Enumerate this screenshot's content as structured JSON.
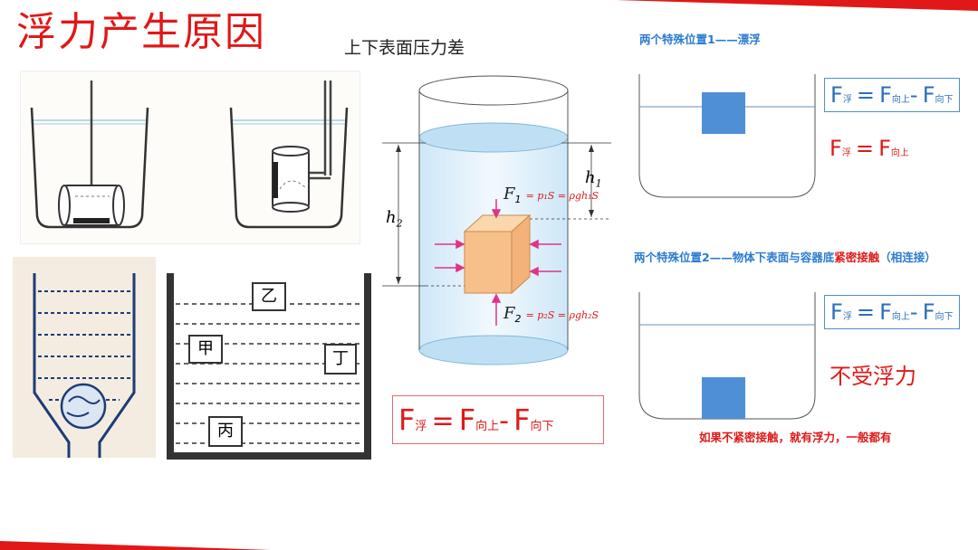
{
  "header": {
    "title": "浮力产生原因",
    "subtitle": "上下表面压力差"
  },
  "figures": {
    "jars": {
      "caption": ""
    },
    "container_labels": [
      "乙",
      "甲",
      "丁",
      "丙"
    ],
    "cylinder": {
      "h1": "h",
      "h1_sub": "1",
      "h2": "h",
      "h2_sub": "2",
      "F1": "F",
      "F1_sub": "1",
      "F1_expr": "= p₁S = ρgh₁S",
      "F2": "F",
      "F2_sub": "2",
      "F2_expr": "= p₂S = ρgh₂S"
    }
  },
  "main_formula": {
    "F": "F",
    "buoy_sub": "浮",
    "eq": "=",
    "F_up": "F",
    "up_sub": "向上",
    "minus": "-",
    "F_down": "F",
    "down_sub": "向下"
  },
  "case1": {
    "title": "两个特殊位置1——漂浮",
    "formula": {
      "F": "F",
      "buoy_sub": "浮",
      "eq": "=",
      "F_up": "F",
      "up_sub": "向上",
      "minus": "-",
      "F_down": "F",
      "down_sub": "向下"
    },
    "result": {
      "F": "F",
      "buoy_sub": "浮",
      "eq": "=",
      "F_up": "F",
      "up_sub": "向上"
    }
  },
  "case2": {
    "title_part1": "两个特殊位置2——物体下表面与容器底",
    "title_part2": "紧密接触",
    "title_part3": "（相连接）",
    "formula": {
      "F": "F",
      "buoy_sub": "浮",
      "eq": "=",
      "F_up": "F",
      "up_sub": "向上",
      "minus": "-",
      "F_down": "F",
      "down_sub": "向下"
    },
    "no_buoyancy": "不受浮力",
    "note": "如果不紧密接触，就有浮力，一般都有"
  },
  "colors": {
    "accent_red": "#e01818",
    "accent_blue": "#2a7bd0",
    "block_blue": "#4f8fd6",
    "block_orange": "#f7c08a"
  }
}
